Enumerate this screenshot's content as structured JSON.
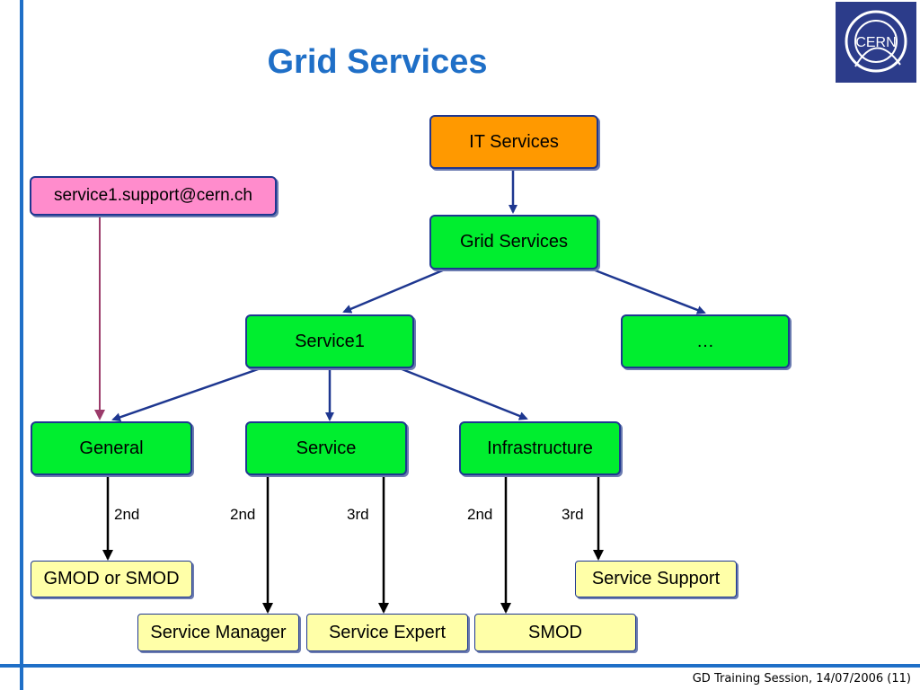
{
  "title": "Grid Services",
  "logo_text": "CERN",
  "footer": "GD Training Session, 14/07/2006 (11)",
  "nodes": {
    "it_services": "IT Services",
    "grid_services": "Grid Services",
    "service1": "Service1",
    "ellipsis": "…",
    "general": "General",
    "service": "Service",
    "infrastructure": "Infrastructure",
    "support_email": "service1.support@cern.ch",
    "gmod_smod": "GMOD or SMOD",
    "service_manager": "Service Manager",
    "service_expert": "Service Expert",
    "smod": "SMOD",
    "service_support": "Service Support"
  },
  "line_labels": {
    "general_2nd": "2nd",
    "service_2nd": "2nd",
    "service_3rd": "3rd",
    "infra_2nd": "2nd",
    "infra_3rd": "3rd"
  },
  "colors": {
    "accent": "#1f6fc7",
    "orange_box": "#ff9900",
    "green_box": "#00ee2f",
    "pink_box": "#ff8ccc",
    "yellow_box": "#ffffa8",
    "blue_arrow": "#1e3790",
    "email_arrow": "#9b3b6a"
  }
}
